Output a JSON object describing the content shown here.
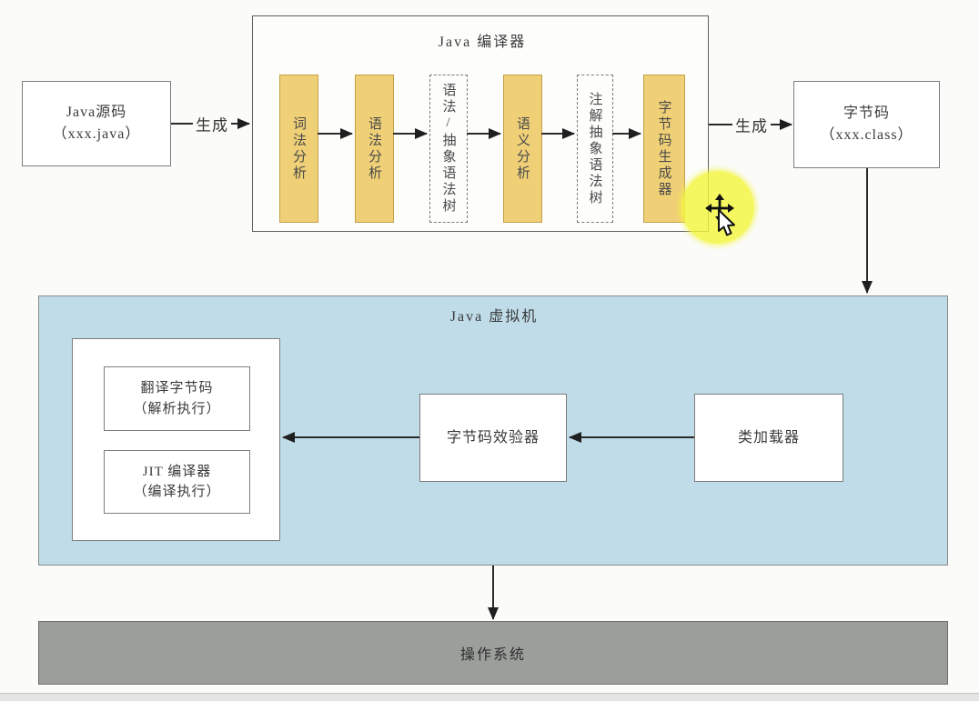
{
  "diagram": {
    "source_box": {
      "line1": "Java源码",
      "line2": "（xxx.java）"
    },
    "generate_label_left": "生成",
    "generate_label_right": "生成",
    "compiler": {
      "title": "Java 编译器",
      "stages": [
        {
          "label": "词法分析",
          "style": "solid"
        },
        {
          "label": "语法分析",
          "style": "solid"
        },
        {
          "label": "语法/抽象语法树",
          "style": "dashed"
        },
        {
          "label": "语义分析",
          "style": "solid"
        },
        {
          "label": "注解抽象语法树",
          "style": "dashed"
        },
        {
          "label": "字节码生成器",
          "style": "solid"
        }
      ]
    },
    "bytecode_box": {
      "line1": "字节码",
      "line2": "（xxx.class）"
    },
    "jvm": {
      "title": "Java 虚拟机",
      "interpreter_box": {
        "line1": "翻译字节码",
        "line2": "（解析执行）"
      },
      "jit_box": {
        "line1": "JIT 编译器",
        "line2": "（编译执行）"
      },
      "verifier_box_label": "字节码效验器",
      "class_loader_label": "类加载器"
    },
    "os_bar_label": "操作系统"
  },
  "cursor_overlay": {
    "highlight_color": "#f3f53e",
    "icons": [
      "move-cursor-icon",
      "pointer-cursor-icon"
    ]
  },
  "colors": {
    "stage_fill": "#f0d077",
    "stage_border": "#c2a045",
    "jvm_fill": "#bfdce8",
    "os_fill": "#9b9e9b",
    "box_border": "#7d7d7d",
    "arrow": "#1f1f1f"
  }
}
